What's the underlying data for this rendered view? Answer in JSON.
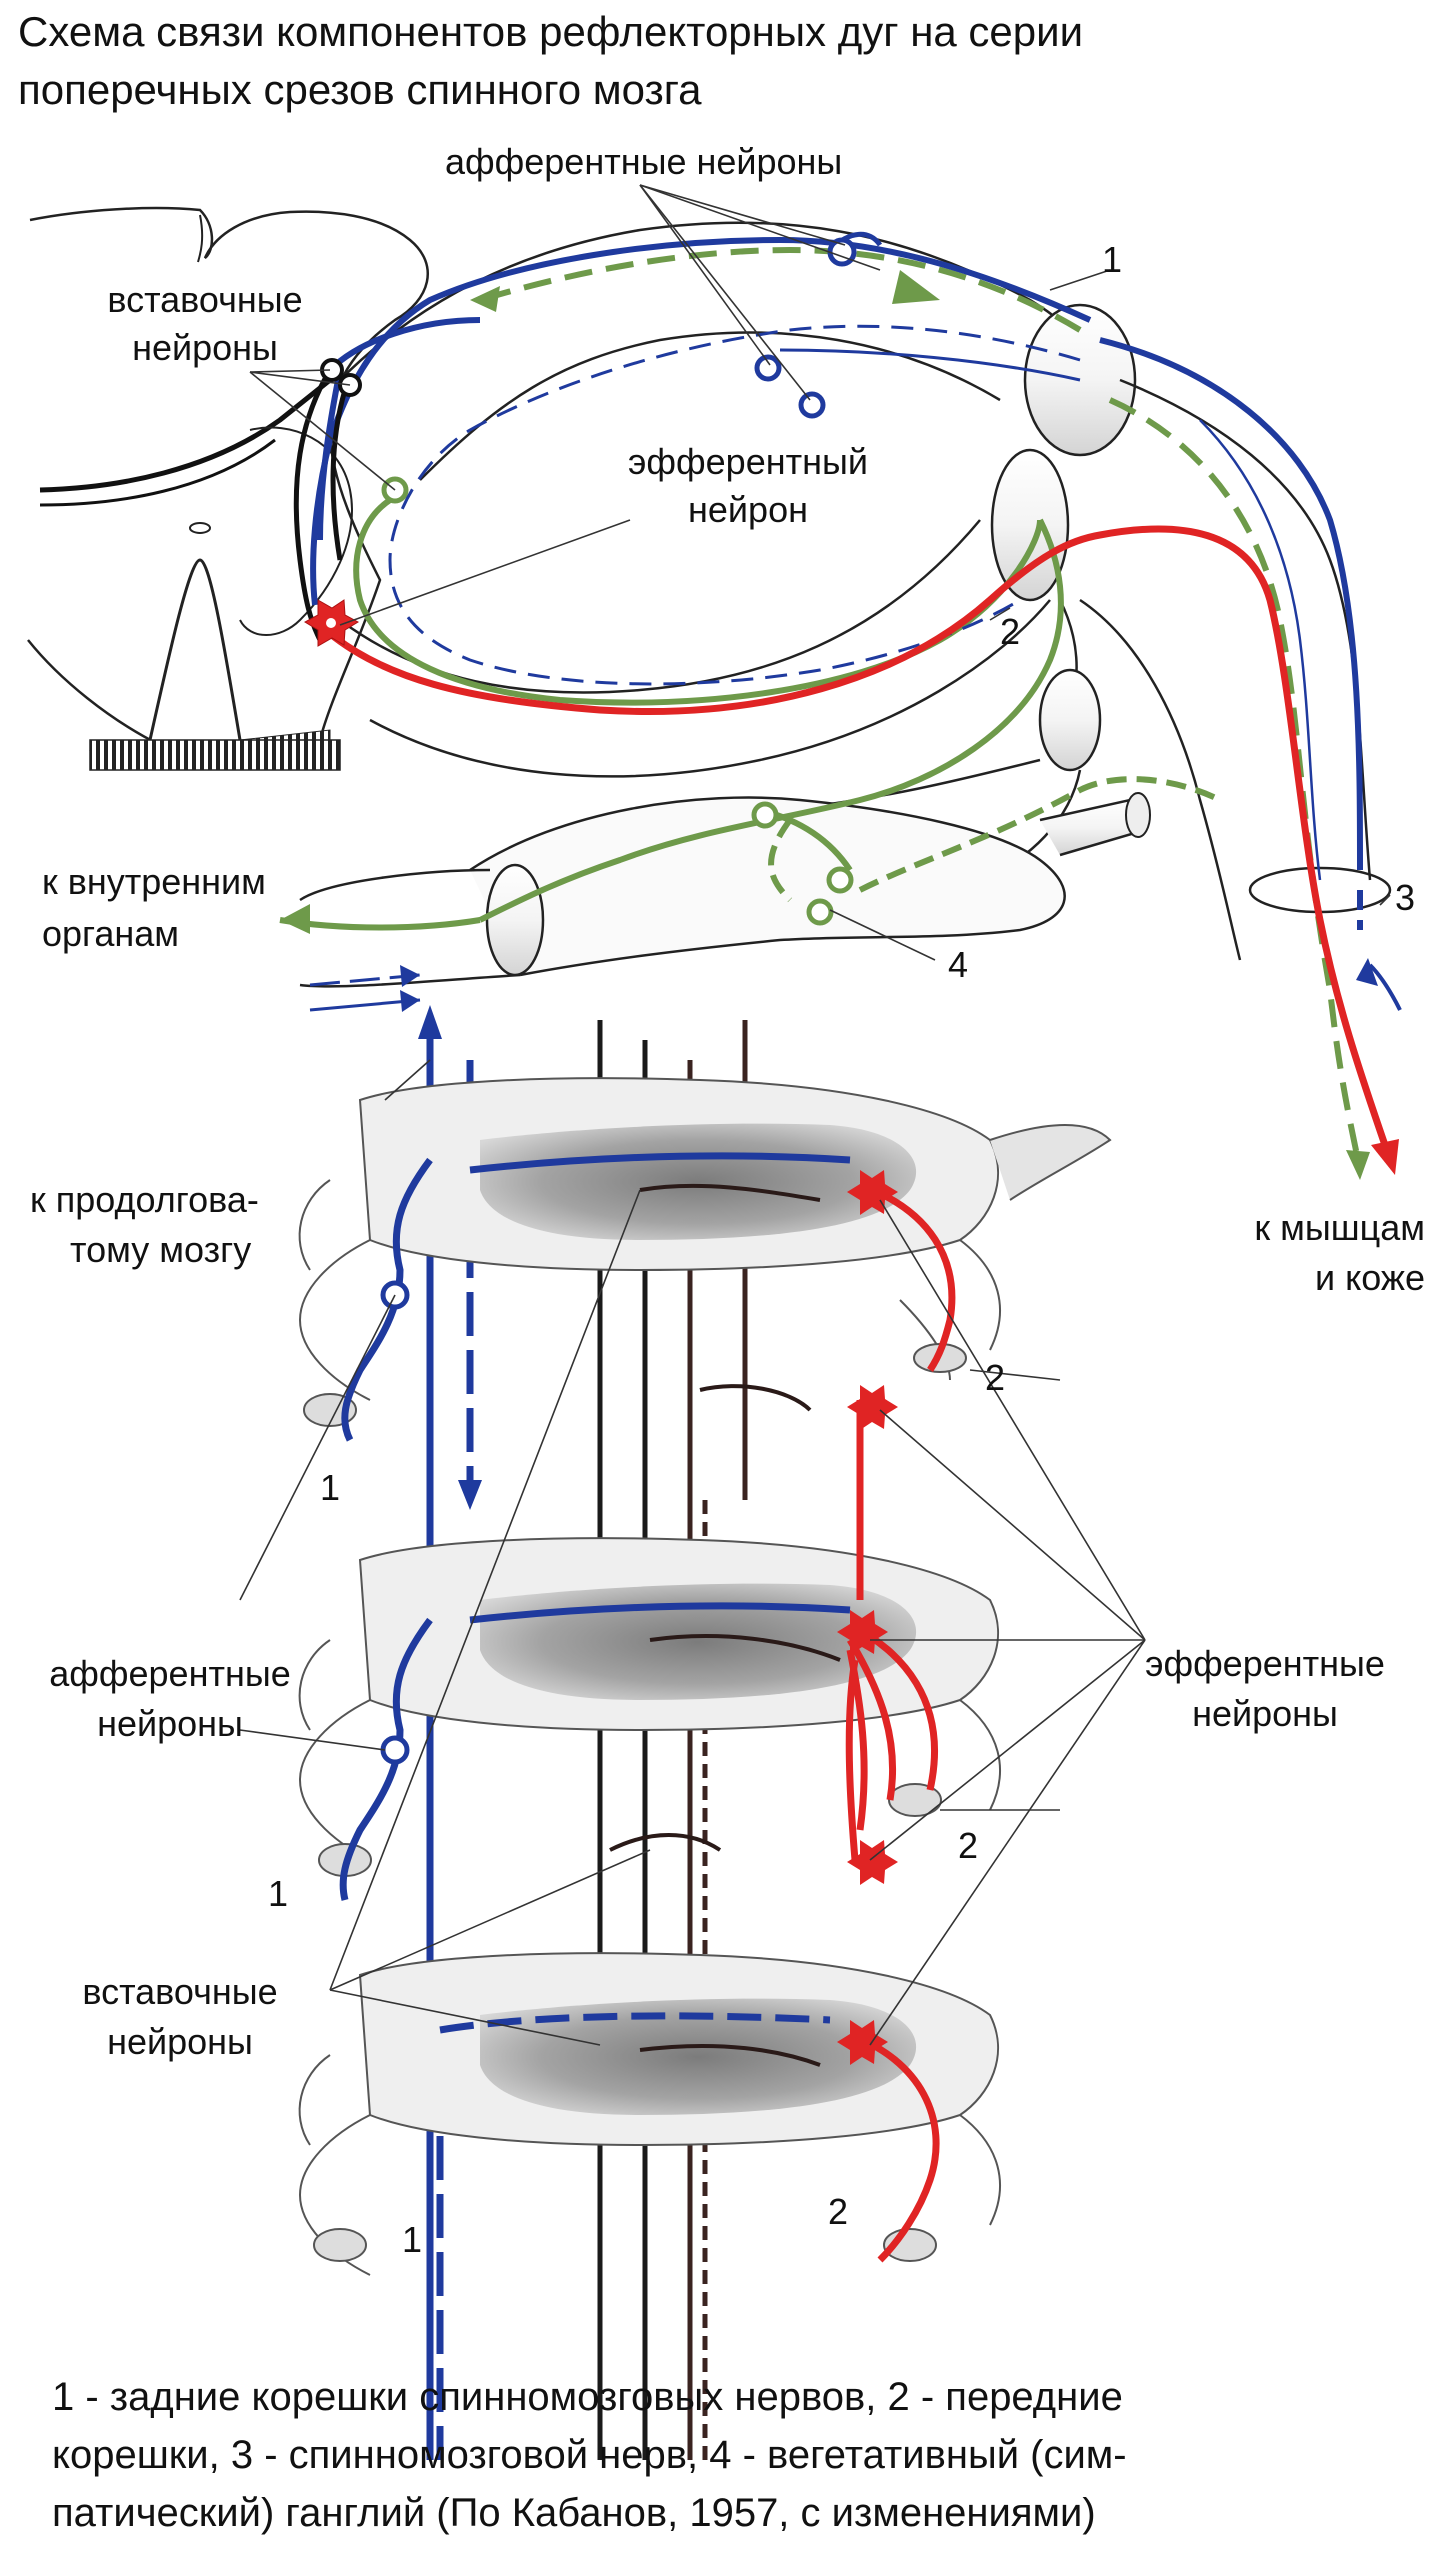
{
  "title": {
    "line1": "Схема связи компонентов рефлекторных дуг на серии",
    "line2": "поперечных срезов  спинного мозга"
  },
  "top_labels": {
    "afferent": "афферентные нейроны",
    "interneurons_1": "вставочные",
    "interneurons_2": "нейроны",
    "efferent_1": "эфферентный",
    "efferent_2": "нейрон",
    "visceral_1": "к внутренним",
    "visceral_2": "органам",
    "muscles_1": "к мышцам",
    "muscles_2": "и коже"
  },
  "bottom_labels": {
    "medulla_1": "к продолгова-",
    "medulla_2": "тому мозгу",
    "afferent_1": "афферентные",
    "afferent_2": "нейроны",
    "efferent_1": "эфферентные",
    "efferent_2": "нейроны",
    "interneurons_1": "вставочные",
    "interneurons_2": "нейроны"
  },
  "numbers": {
    "n1": "1",
    "n2": "2",
    "n3": "3",
    "n4": "4"
  },
  "caption": {
    "line1": "1 - задние корешки спинномозговых нервов, 2 - передние",
    "line2": "корешки, 3 - спинномозговой нерв, 4 - вегетативный (сим-",
    "line3": "патический) ганглий (По Кабанов, 1957, с изменениями)"
  },
  "colors": {
    "afferent": "#1f3a9e",
    "efferent": "#e02424",
    "autonomic": "#6e9a4a",
    "interneuron": "#1a1a1a",
    "brown": "#4a2a22",
    "tissue": "#c9c9c9"
  }
}
